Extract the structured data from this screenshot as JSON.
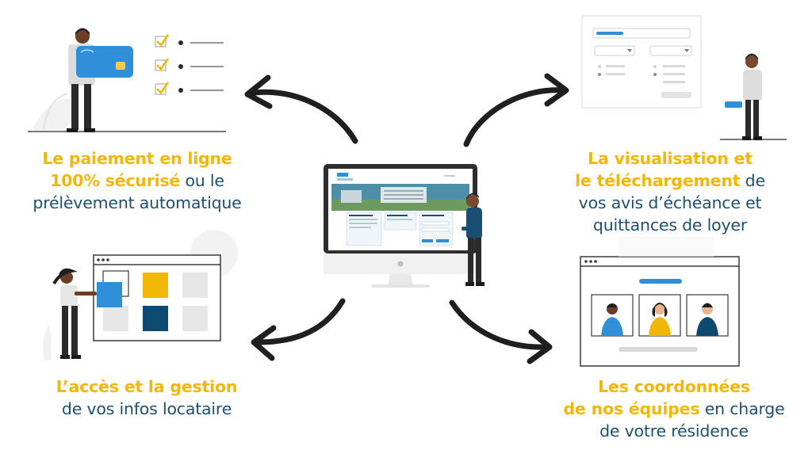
{
  "colors": {
    "accent_yellow": "#f2b705",
    "text_navy": "#1f4f6f",
    "blue": "#2f8fd8",
    "dark_navy": "#0e4a6f",
    "arrow": "#1f1f1f"
  },
  "features": {
    "payment": {
      "line1_hl": "Le paiement en ligne",
      "line2_hl": "100% sécurisé",
      "line2_rest": " ou le",
      "line3": "prélèvement automatique"
    },
    "documents": {
      "line1_hl": "La visualisation et",
      "line2_hl": "le téléchargement",
      "line2_rest": " de",
      "line3": "vos avis d’échéance et",
      "line4": "quittances de loyer"
    },
    "account": {
      "line1_hl": "L’accès et la gestion",
      "line2": "de vos infos locataire"
    },
    "contacts": {
      "line1_hl": "Les coordonnées",
      "line2_hl": "de nos équipes",
      "line2_rest": " en charge",
      "line3": "de votre résidence"
    }
  },
  "icons": [
    "credit-card-icon",
    "checklist-icon",
    "monitor-icon",
    "document-form-icon",
    "tile-grid-icon",
    "video-call-icon",
    "curved-arrow-icon"
  ]
}
